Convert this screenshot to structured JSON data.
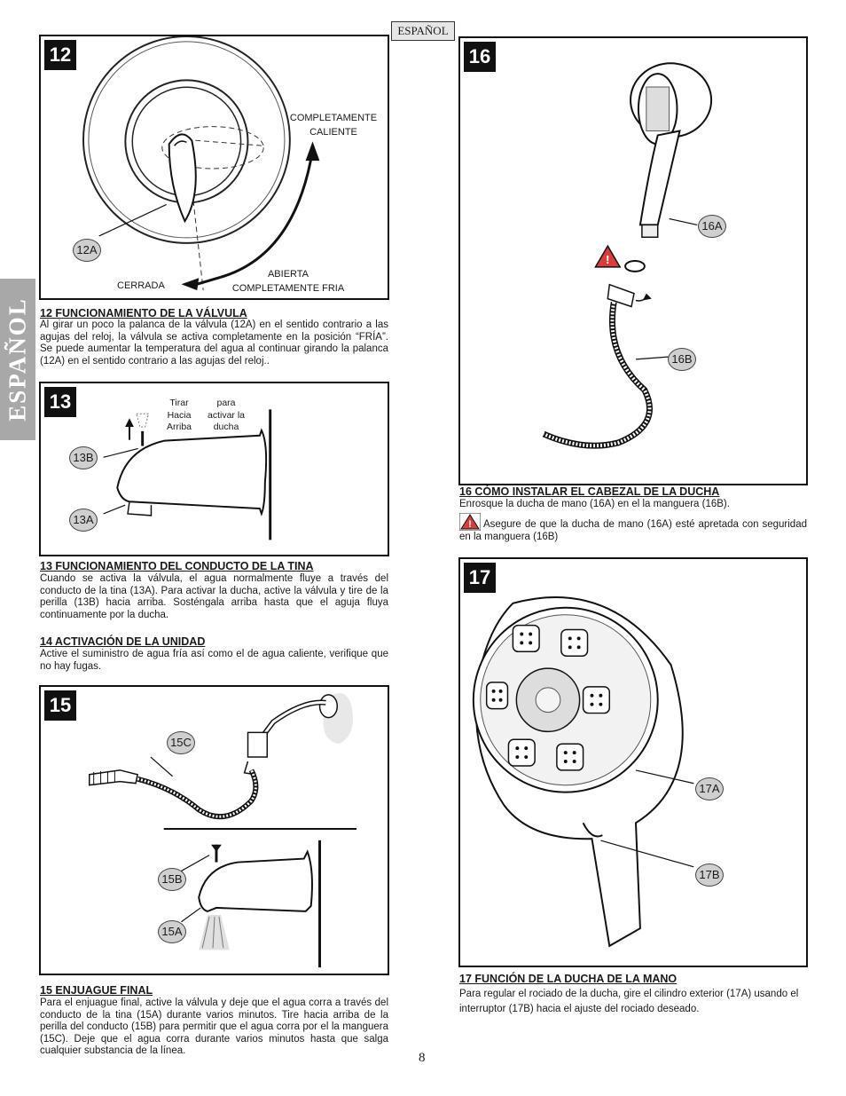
{
  "page": {
    "language_tag": "ESPAÑOL",
    "side_tab": "ESPAÑOL",
    "page_number": "8"
  },
  "fig12": {
    "number": "12",
    "callout_a": "12A",
    "label_hot_1": "COMPLETAMENTE",
    "label_hot_2": "CALIENTE",
    "label_closed": "CERRADA",
    "label_open_1": "ABIERTA",
    "label_open_2": "COMPLETAMENTE FRIA"
  },
  "fig13": {
    "number": "13",
    "callout_b": "13B",
    "callout_a": "13A",
    "pull_1": "Tirar",
    "pull_2": "Hacia",
    "pull_3": "Arriba",
    "activate_1": "para",
    "activate_2": "activar la",
    "activate_3": "ducha"
  },
  "fig15": {
    "number": "15",
    "callout_c": "15C",
    "callout_b": "15B",
    "callout_a": "15A"
  },
  "fig16": {
    "number": "16",
    "callout_a": "16A",
    "callout_b": "16B"
  },
  "fig17": {
    "number": "17",
    "callout_a": "17A",
    "callout_b": "17B"
  },
  "sections": {
    "s12": {
      "heading": "12   FUNCIONAMIENTO DE LA VÁLVULA",
      "body": "Al girar un poco la palanca de la válvula (12A) en el sentido contrario a las agujas del reloj, la válvula se activa completamente en la posición “FRÍA”. Se puede aumentar la temperatura del agua al continuar girando la palanca (12A) en el sentido contrario a las agujas del reloj.."
    },
    "s13": {
      "heading": "13   FUNCIONAMIENTO DEL CONDUCTO DE LA TINA",
      "body": "Cuando se activa la válvula, el agua normalmente fluye a través del conducto de la tina (13A). Para activar la ducha, active la válvula y tire de la perilla (13B) hacia arriba. Sosténgala arriba hasta que el aguja fluya continuamente por la ducha."
    },
    "s14": {
      "heading": "14   ACTIVACIÓN DE LA UNIDAD",
      "body": "Active el suministro de agua fría así como el de agua caliente, verifique que no hay fugas."
    },
    "s15": {
      "heading": "15   ENJUAGUE FINAL",
      "body": "Para el enjuague final, active la válvula y deje que el agua corra a través del conducto de la tina (15A) durante varios minutos. Tire hacia arriba de la perilla del conducto (15B) para permitir que el agua corra por el la manguera (15C). Deje que el agua corra durante varios minutos hasta que salga cualquier substancia de la línea."
    },
    "s16": {
      "heading": "16   CÓMO INSTALAR EL CABEZAL DE LA DUCHA",
      "body": "Enrosque la ducha de mano (16A) en el la manguera (16B).",
      "warning": "Asegure de que la ducha de mano (16A) esté apretada con seguridad en la manguera (16B)"
    },
    "s17": {
      "heading": "17  FUNCIÓN DE LA DUCHA DE LA MANO",
      "body": "Para regular el rociado de la ducha, gire el cilindro exterior (17A) usando el interruptor (17B) hacia el ajuste del rociado deseado."
    }
  }
}
